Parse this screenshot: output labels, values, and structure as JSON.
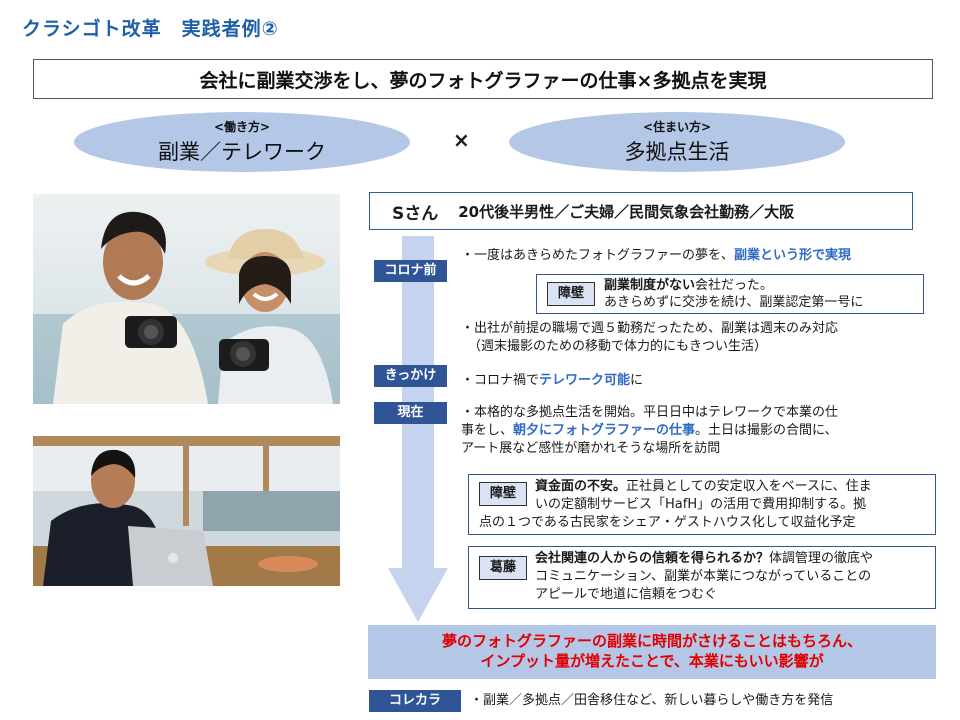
{
  "title": "クラシゴト改革　実践者例②",
  "headline": "会社に副業交渉をし、夢のフォトグラファーの仕事×多拠点を実現",
  "left_ellipse": {
    "small": "<働き方>",
    "big": "副業／テレワーク"
  },
  "times_symbol": "×",
  "right_ellipse": {
    "small": "<住まい方>",
    "big": "多拠点生活"
  },
  "person": {
    "name": "Sさん",
    "profile": "20代後半男性／ご夫婦／民間気象会社勤務／大阪"
  },
  "sections": {
    "corona": {
      "label": "コロナ前",
      "line1_pre": "・一度はあきらめたフォトグラファーの夢を、",
      "line1_em": "副業という形で実現",
      "callout_tag": "障壁",
      "callout_bold": "副業制度がない",
      "callout_rest1": "会社だった。",
      "callout_line2": "あきらめずに交渉を続け、副業認定第一号に",
      "line2": "・出社が前提の職場で週５勤務だったため、副業は週末のみ対応",
      "line3": "（週末撮影のための移動で体力的にもきつい生活）"
    },
    "trigger": {
      "label": "きっかけ",
      "pre": "・コロナ禍で",
      "em": "テレワーク可能",
      "post": "に"
    },
    "now": {
      "label": "現在",
      "line1": "・本格的な多拠点生活を開始。平日日中はテレワークで本業の仕",
      "line2_pre": "事をし、",
      "line2_em": "朝夕にフォトグラファーの仕事",
      "line2_post": "。土日は撮影の合間に、",
      "line3": "アート展など感性が磨かれそうな場所を訪問"
    },
    "barrier2": {
      "tag": "障壁",
      "bold": "資金面の不安。",
      "line1_rest": "正社員としての安定収入をベースに、住ま",
      "line2": "いの定額制サービス「HafH」の活用で費用抑制する。拠",
      "line3": "点の１つである古民家をシェア・ゲストハウス化して収益化予定"
    },
    "conflict": {
      "tag": "葛藤",
      "bold": "会社関連の人からの信頼を得られるか？",
      "line1_rest": "体調管理の徹底や",
      "line2": "コミュニケーション、副業が本業につながっていることの",
      "line3": "アピールで地道に信頼をつむぐ"
    }
  },
  "result": {
    "line1": "夢のフォトグラファーの副業に時間がさけることはもちろん、",
    "line2": "インプット量が増えたことで、本業にもいい影響が"
  },
  "future": {
    "label": "コレカラ",
    "text": "・副業／多拠点／田舎移住など、新しい暮らしや働き方を発信"
  },
  "colors": {
    "title_blue": "#1f5fa8",
    "ellipse_fill": "#b4c7e7",
    "label_navy": "#2f5597",
    "accent_blue": "#2f6bc4",
    "result_red": "#e00000",
    "arrow_fill": "#c5d3ee"
  }
}
